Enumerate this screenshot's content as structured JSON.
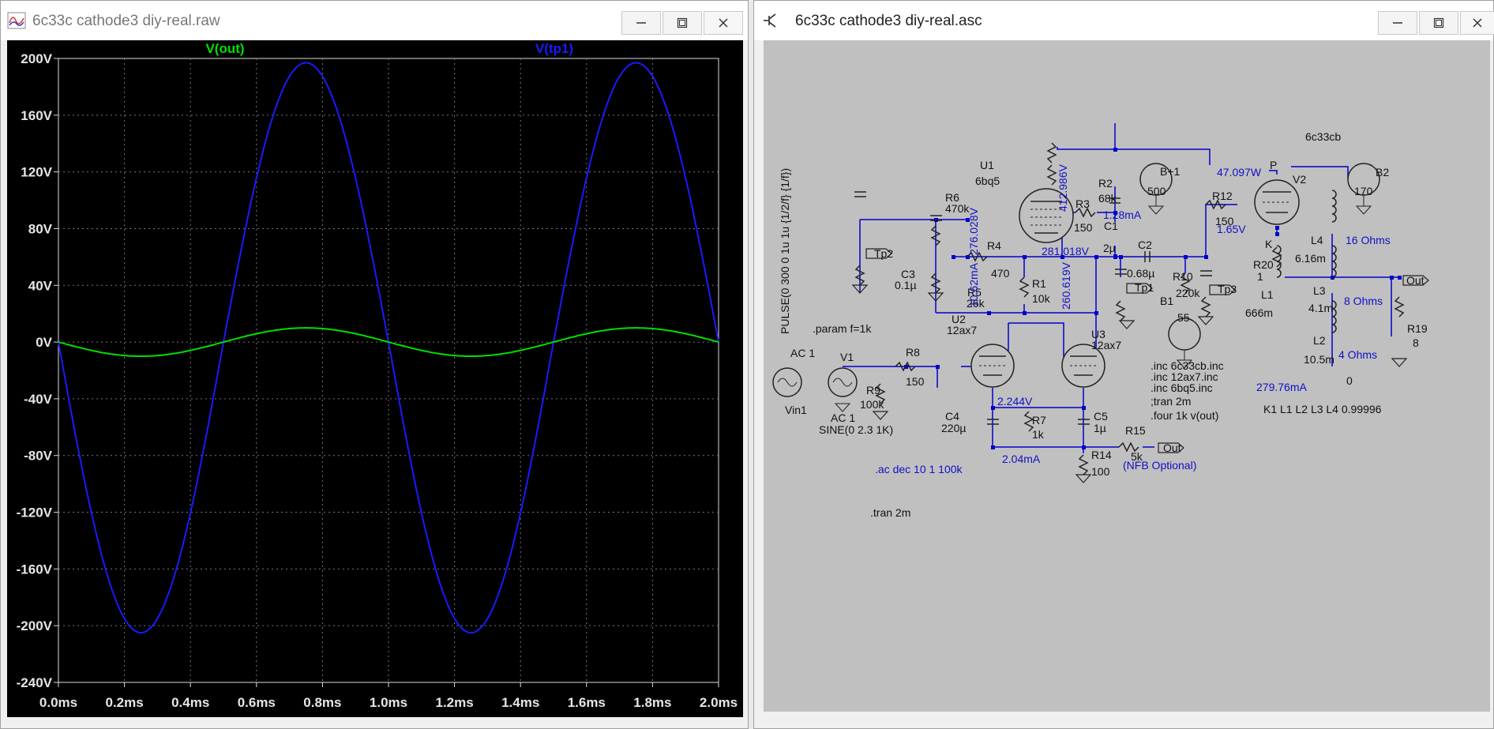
{
  "left_window": {
    "title": "6c33c cathode3 diy-real.raw",
    "buttons": {
      "minimize": "minimize",
      "maximize": "maximize",
      "close": "close"
    }
  },
  "right_window": {
    "title": "6c33c cathode3 diy-real.asc"
  },
  "colors": {
    "vout": "#00e000",
    "vtp1": "#1a1aff",
    "schematic_bg": "#c0c0c0",
    "wire": "#0000cc",
    "annotation_blue": "#1010c8"
  },
  "chart_data": {
    "type": "line",
    "x_unit": "ms",
    "y_unit": "V",
    "xlim": [
      0,
      2
    ],
    "ylim": [
      -240,
      200
    ],
    "x_ticks": [
      "0.0ms",
      "0.2ms",
      "0.4ms",
      "0.6ms",
      "0.8ms",
      "1.0ms",
      "1.2ms",
      "1.4ms",
      "1.6ms",
      "1.8ms",
      "2.0ms"
    ],
    "y_ticks": [
      "200V",
      "160V",
      "120V",
      "80V",
      "40V",
      "0V",
      "-40V",
      "-80V",
      "-120V",
      "-160V",
      "-200V",
      "-240V"
    ],
    "grid": true,
    "series": [
      {
        "name": "V(out)",
        "color": "#00e000",
        "shape": "sine",
        "amplitude": 10,
        "phase": "inverted",
        "frequency_khz": 1
      },
      {
        "name": "V(tp1)",
        "color": "#1a1aff",
        "shape": "sine",
        "amplitude": 200,
        "phase": "inverted",
        "frequency_khz": 1,
        "peak_pos": 197,
        "peak_neg": -205
      }
    ]
  },
  "schematic": {
    "texts": {
      "pulse": "PULSE(0 300 0 1u 1u {1/2/f} {1/f})",
      "param": ".param f=1k",
      "u1": "U1",
      "u1_model": "6bq5",
      "r6": "R6",
      "r6_val": "470k",
      "v1_ann": "276.028V",
      "v2_ann": "412.986V",
      "r3": "R3",
      "r3_val": "150",
      "r2": "R2",
      "r2_val": "68k",
      "i1_ann": "1.28mA",
      "c1": "C1",
      "c1_val": "2µ",
      "b1plus": "B+1",
      "b1plus_val": "500",
      "tp2": "Tp2",
      "c3": "C3",
      "c3_val": "0.1µ",
      "r4": "R4",
      "r4_val": "470",
      "v3_ann": "281.018V",
      "c2": "C2",
      "c2_val": "0.68µ",
      "r10": "R10",
      "r10_val": "220k",
      "i2_ann": "10.62mA",
      "r5": "R5",
      "r5_val": "26k",
      "r1": "R1",
      "r1_val": "10k",
      "v4_ann": "260.619V",
      "tp1": "Tp1",
      "b1": "B1",
      "b1_val": "55",
      "tp3": "Tp3",
      "u2": "U2",
      "u2_model": "12ax7",
      "u3": "U3",
      "u3_model": "12ax7",
      "ac1a": "AC 1",
      "v1": "V1",
      "r8": "R8",
      "r8_val": "150",
      "r9": "R9",
      "r9_val": "100k",
      "vin1": "Vin1",
      "ac1b": "AC 1",
      "sine": "SINE(0 2.3 1K)",
      "v5_ann": "2.244V",
      "c4": "C4",
      "c4_val": "220µ",
      "r7": "R7",
      "r7_val": "1k",
      "c5": "C5",
      "c5_val": "1µ",
      "r15": "R15",
      "r15_val": "5k",
      "out1": "Out",
      "nfb": "(NFB Optional)",
      "i3_ann": "2.04mA",
      "r14": "R14",
      "r14_val": "100",
      "ac_cmd": ".ac dec 10 1 100k",
      "tran_cmd": ".tran 2m",
      "inc1": ".inc 6c33cb.inc",
      "inc2": ".inc 12ax7.inc",
      "inc3": ".inc 6bq5.inc",
      "tran2": ";tran 2m",
      "four": ".four 1k v(out)",
      "model_6c33": "6c33cb",
      "p_ann": "47.097W",
      "p": "P",
      "v2": "V2",
      "b2": "B2",
      "b2_val": "170",
      "r12": "R12",
      "r12_val": "150",
      "v6_ann": "1.65V",
      "k": "K",
      "r20": "R20",
      "r20_val": "1",
      "l4": "L4",
      "l4_val": "6.16m",
      "ohm16": "16 Ohms",
      "l1": "L1",
      "l1_val": "666m",
      "l3": "L3",
      "l3_val": "4.1m",
      "out2": "Out",
      "ohm8": "8 Ohms",
      "l2": "L2",
      "l2_val": "10.5m",
      "r19": "R19",
      "r19_val": "8",
      "ohm4": "4 Ohms",
      "i4_ann": "279.76mA",
      "zero": "0",
      "k1": "K1 L1 L2 L3 L4 0.99996"
    }
  }
}
